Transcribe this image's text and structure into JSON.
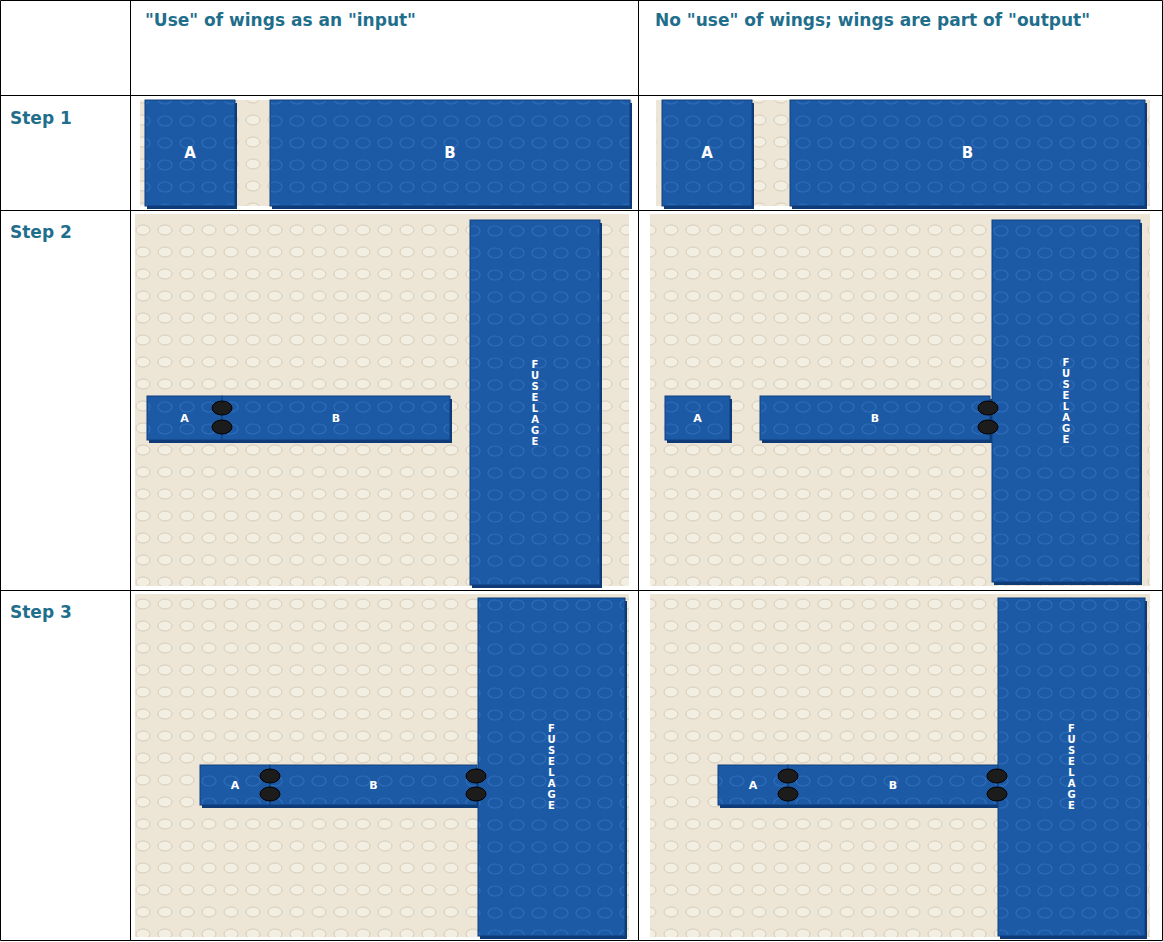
{
  "diagram": {
    "nodes": [
      {
        "text": [
          "A"
        ]
      },
      {
        "text": [
          "B"
        ]
      },
      {
        "text": [
          "A"
        ]
      },
      {
        "text": [
          "B"
        ]
      },
      {
        "text": [
          "A"
        ]
      },
      {
        "text": [
          "B"
        ]
      },
      {
        "text": [
          "FUSELAGE"
        ]
      },
      {
        "text": [
          "A"
        ]
      },
      {
        "text": [
          "B"
        ]
      },
      {
        "text": [
          "FUSELAGE"
        ]
      },
      {
        "text": [
          "A"
        ]
      },
      {
        "text": [
          "B"
        ]
      },
      {
        "text": [
          "FUSELAGE"
        ]
      },
      {
        "text": [
          "A"
        ]
      },
      {
        "text": [
          "B"
        ]
      },
      {
        "text": [
          "FUSELAGE"
        ]
      }
    ],
    "labels": [
      "\"Use\" of wings as an \"input\"",
      "No \"use\" of wings; wings are part of \"output\"",
      "Step 1",
      "Step 2",
      "Step 3"
    ]
  }
}
